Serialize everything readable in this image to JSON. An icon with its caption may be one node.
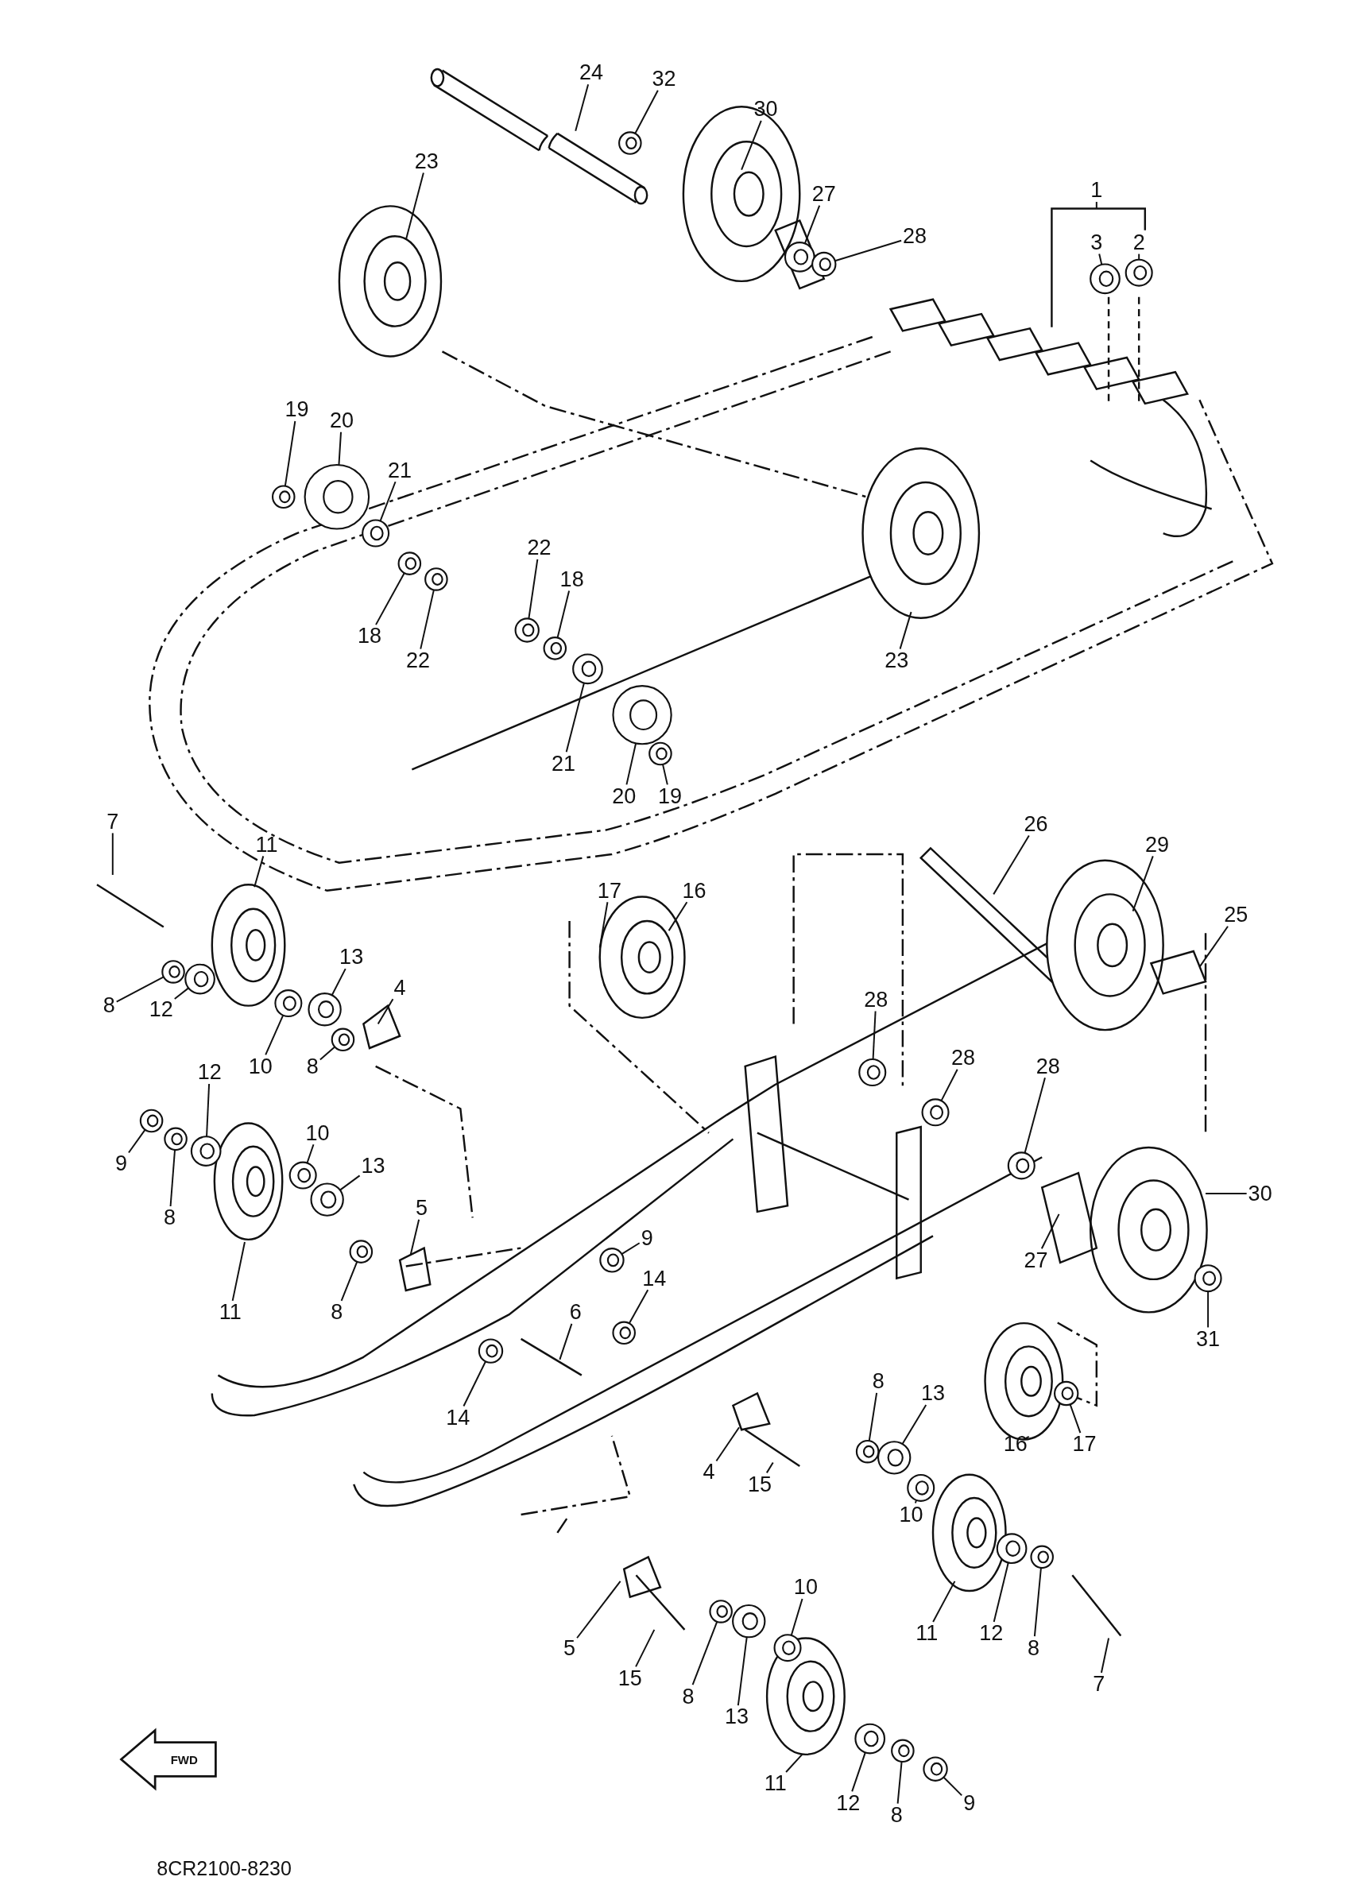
{
  "diagram": {
    "nodes": [
      {
        "text": [
          "24"
        ]
      },
      {
        "text": [
          "32"
        ]
      },
      {
        "text": [
          "30"
        ]
      },
      {
        "text": [
          "23"
        ]
      },
      {
        "text": [
          "1"
        ]
      },
      {
        "text": [
          "27"
        ]
      },
      {
        "text": [
          "3"
        ]
      },
      {
        "text": [
          "2"
        ]
      },
      {
        "text": [
          "28"
        ]
      },
      {
        "text": [
          "19"
        ]
      },
      {
        "text": [
          "20"
        ]
      },
      {
        "text": [
          "21"
        ]
      },
      {
        "text": [
          "22"
        ]
      },
      {
        "text": [
          "18"
        ]
      },
      {
        "text": [
          "18"
        ]
      },
      {
        "text": [
          "22"
        ]
      },
      {
        "text": [
          "23"
        ]
      },
      {
        "text": [
          "21"
        ]
      },
      {
        "text": [
          "20"
        ]
      },
      {
        "text": [
          "19"
        ]
      },
      {
        "text": [
          "7"
        ]
      },
      {
        "text": [
          "11"
        ]
      },
      {
        "text": [
          "26"
        ]
      },
      {
        "text": [
          "29"
        ]
      },
      {
        "text": [
          "17"
        ]
      },
      {
        "text": [
          "16"
        ]
      },
      {
        "text": [
          "25"
        ]
      },
      {
        "text": [
          "13"
        ]
      },
      {
        "text": [
          "4"
        ]
      },
      {
        "text": [
          "8"
        ]
      },
      {
        "text": [
          "12"
        ]
      },
      {
        "text": [
          "10"
        ]
      },
      {
        "text": [
          "28"
        ]
      },
      {
        "text": [
          "8"
        ]
      },
      {
        "text": [
          "12"
        ]
      },
      {
        "text": [
          "28"
        ]
      },
      {
        "text": [
          "28"
        ]
      },
      {
        "text": [
          "10"
        ]
      },
      {
        "text": [
          "13"
        ]
      },
      {
        "text": [
          "9"
        ]
      },
      {
        "text": [
          "8"
        ]
      },
      {
        "text": [
          "30"
        ]
      },
      {
        "text": [
          "5"
        ]
      },
      {
        "text": [
          "9"
        ]
      },
      {
        "text": [
          "27"
        ]
      },
      {
        "text": [
          "14"
        ]
      },
      {
        "text": [
          "6"
        ]
      },
      {
        "text": [
          "11"
        ]
      },
      {
        "text": [
          "8"
        ]
      },
      {
        "text": [
          "31"
        ]
      },
      {
        "text": [
          "14"
        ]
      },
      {
        "text": [
          "8"
        ]
      },
      {
        "text": [
          "13"
        ]
      },
      {
        "text": [
          "16"
        ]
      },
      {
        "text": [
          "17"
        ]
      },
      {
        "text": [
          "15"
        ]
      },
      {
        "text": [
          "4"
        ]
      },
      {
        "text": [
          "10"
        ]
      },
      {
        "text": [
          "10"
        ]
      },
      {
        "text": [
          "11"
        ]
      },
      {
        "text": [
          "12"
        ]
      },
      {
        "text": [
          "8"
        ]
      },
      {
        "text": [
          "5"
        ]
      },
      {
        "text": [
          "15"
        ]
      },
      {
        "text": [
          "8"
        ]
      },
      {
        "text": [
          "13"
        ]
      },
      {
        "text": [
          "7"
        ]
      },
      {
        "text": [
          "11"
        ]
      },
      {
        "text": [
          "12"
        ]
      },
      {
        "text": [
          "8"
        ]
      },
      {
        "text": [
          "9"
        ]
      },
      {
        "text": [],
        "shape": "circle"
      },
      {
        "text": [],
        "shape": "circle"
      },
      {
        "text": [],
        "shape": "circle"
      },
      {
        "text": [],
        "shape": "circle"
      },
      {
        "text": [],
        "shape": "circle"
      },
      {
        "text": [],
        "shape": "circle"
      },
      {
        "text": [],
        "shape": "circle"
      },
      {
        "text": [],
        "shape": "circle"
      },
      {
        "text": [],
        "shape": "circle"
      },
      {
        "text": [],
        "shape": "circle"
      },
      {
        "text": [],
        "shape": "circle"
      },
      {
        "text": [],
        "shape": "circle"
      },
      {
        "text": [],
        "shape": "circle"
      },
      {
        "text": [],
        "shape": "circle"
      },
      {
        "text": [],
        "shape": "circle"
      },
      {
        "text": [],
        "shape": "circle"
      },
      {
        "text": [],
        "shape": "circle"
      },
      {
        "text": [],
        "shape": "circle"
      },
      {
        "text": [],
        "shape": "circle"
      },
      {
        "text": [],
        "shape": "circle"
      },
      {
        "text": [],
        "shape": "circle"
      },
      {
        "text": [],
        "shape": "circle"
      },
      {
        "text": [],
        "shape": "circle"
      },
      {
        "text": [],
        "shape": "circle"
      },
      {
        "text": [],
        "shape": "circle"
      },
      {
        "text": [],
        "shape": "circle"
      },
      {
        "text": [],
        "shape": "circle"
      },
      {
        "text": [],
        "shape": "circle"
      },
      {
        "text": [],
        "shape": "circle"
      },
      {
        "text": [],
        "shape": "circle"
      },
      {
        "text": [],
        "shape": "circle"
      },
      {
        "text": [],
        "shape": "circle"
      },
      {
        "text": [],
        "shape": "circle"
      },
      {
        "text": [],
        "shape": "circle"
      },
      {
        "text": [],
        "shape": "circle"
      },
      {
        "text": [],
        "shape": "circle"
      },
      {
        "text": [],
        "shape": "circle"
      },
      {
        "text": [],
        "shape": "circle"
      },
      {
        "text": [],
        "shape": "circle"
      },
      {
        "text": [],
        "shape": "circle"
      },
      {
        "text": [],
        "shape": "circle"
      },
      {
        "text": [],
        "shape": "circle"
      },
      {
        "text": [],
        "shape": "circle"
      },
      {
        "text": [],
        "shape": "circle"
      },
      {
        "text": [],
        "shape": "circle"
      }
    ],
    "edges": [
      {
        "from": 0,
        "to": null,
        "arrow": "none"
      },
      {
        "from": 1,
        "to": 114,
        "arrow": "none"
      },
      {
        "from": 2,
        "to": null,
        "arrow": "none"
      },
      {
        "from": 3,
        "to": null,
        "arrow": "none"
      },
      {
        "from": 4,
        "to": null,
        "arrow": "none"
      },
      {
        "from": 5,
        "to": 110,
        "arrow": "none"
      },
      {
        "from": 6,
        "to": 112,
        "arrow": "none"
      },
      {
        "from": 7,
        "to": 113,
        "arrow": "none"
      },
      {
        "from": 8,
        "to": 111,
        "arrow": "none"
      },
      {
        "from": 9,
        "to": 71,
        "arrow": "none"
      },
      {
        "from": 10,
        "to": 72,
        "arrow": "none"
      },
      {
        "from": 11,
        "to": 73,
        "arrow": "none"
      },
      {
        "from": 12,
        "to": 76,
        "arrow": "none"
      },
      {
        "from": 13,
        "to": 77,
        "arrow": "none"
      },
      {
        "from": 14,
        "to": 74,
        "arrow": "none"
      },
      {
        "from": 15,
        "to": 75,
        "arrow": "none"
      },
      {
        "from": 16,
        "to": null,
        "arrow": "none"
      },
      {
        "from": 17,
        "to": 78,
        "arrow": "none"
      },
      {
        "from": 18,
        "to": 79,
        "arrow": "none"
      },
      {
        "from": 19,
        "to": 80,
        "arrow": "none"
      },
      {
        "from": 20,
        "to": null,
        "arrow": "none"
      },
      {
        "from": 21,
        "to": null,
        "arrow": "none"
      },
      {
        "from": 22,
        "to": null,
        "arrow": "none"
      },
      {
        "from": 23,
        "to": null,
        "arrow": "none"
      },
      {
        "from": 24,
        "to": null,
        "arrow": "none"
      },
      {
        "from": 25,
        "to": null,
        "arrow": "none"
      },
      {
        "from": 26,
        "to": null,
        "arrow": "none"
      },
      {
        "from": 27,
        "to": 84,
        "arrow": "none"
      },
      {
        "from": 28,
        "to": null,
        "arrow": "none"
      },
      {
        "from": 29,
        "to": 81,
        "arrow": "none"
      },
      {
        "from": 30,
        "to": 82,
        "arrow": "none"
      },
      {
        "from": 31,
        "to": 83,
        "arrow": "none"
      },
      {
        "from": 32,
        "to": 95,
        "arrow": "none"
      },
      {
        "from": 33,
        "to": 85,
        "arrow": "none"
      },
      {
        "from": 34,
        "to": 86,
        "arrow": "none"
      },
      {
        "from": 35,
        "to": 96,
        "arrow": "none"
      },
      {
        "from": 36,
        "to": 97,
        "arrow": "none"
      },
      {
        "from": 37,
        "to": 89,
        "arrow": "none"
      },
      {
        "from": 38,
        "to": 90,
        "arrow": "none"
      },
      {
        "from": 39,
        "to": 87,
        "arrow": "none"
      },
      {
        "from": 40,
        "to": 88,
        "arrow": "none"
      },
      {
        "from": 41,
        "to": null,
        "arrow": "none"
      },
      {
        "from": 42,
        "to": null,
        "arrow": "none"
      },
      {
        "from": 43,
        "to": 92,
        "arrow": "none"
      },
      {
        "from": 44,
        "to": null,
        "arrow": "none"
      },
      {
        "from": 45,
        "to": 93,
        "arrow": "none"
      },
      {
        "from": 46,
        "to": null,
        "arrow": "none"
      },
      {
        "from": 47,
        "to": null,
        "arrow": "none"
      },
      {
        "from": 48,
        "to": 91,
        "arrow": "none"
      },
      {
        "from": 49,
        "to": 109,
        "arrow": "none"
      },
      {
        "from": 50,
        "to": 94,
        "arrow": "none"
      },
      {
        "from": 51,
        "to": 98,
        "arrow": "none"
      },
      {
        "from": 52,
        "to": 99,
        "arrow": "none"
      },
      {
        "from": 53,
        "to": null,
        "arrow": "none"
      },
      {
        "from": 54,
        "to": 115,
        "arrow": "none"
      },
      {
        "from": 55,
        "to": null,
        "arrow": "none"
      },
      {
        "from": 56,
        "to": null,
        "arrow": "none"
      },
      {
        "from": 57,
        "to": 100,
        "arrow": "none"
      },
      {
        "from": 58,
        "to": 105,
        "arrow": "none"
      },
      {
        "from": 59,
        "to": null,
        "arrow": "none"
      },
      {
        "from": 60,
        "to": 101,
        "arrow": "none"
      },
      {
        "from": 61,
        "to": 102,
        "arrow": "none"
      },
      {
        "from": 62,
        "to": null,
        "arrow": "none"
      },
      {
        "from": 63,
        "to": null,
        "arrow": "none"
      },
      {
        "from": 64,
        "to": 103,
        "arrow": "none"
      },
      {
        "from": 65,
        "to": 104,
        "arrow": "none"
      },
      {
        "from": 66,
        "to": null,
        "arrow": "none"
      },
      {
        "from": 67,
        "to": null,
        "arrow": "none"
      },
      {
        "from": 68,
        "to": 106,
        "arrow": "none"
      },
      {
        "from": 69,
        "to": 107,
        "arrow": "none"
      },
      {
        "from": 70,
        "to": 108,
        "arrow": "none"
      }
    ],
    "labels": [
      "FWD",
      "8CR2100-8230"
    ]
  }
}
